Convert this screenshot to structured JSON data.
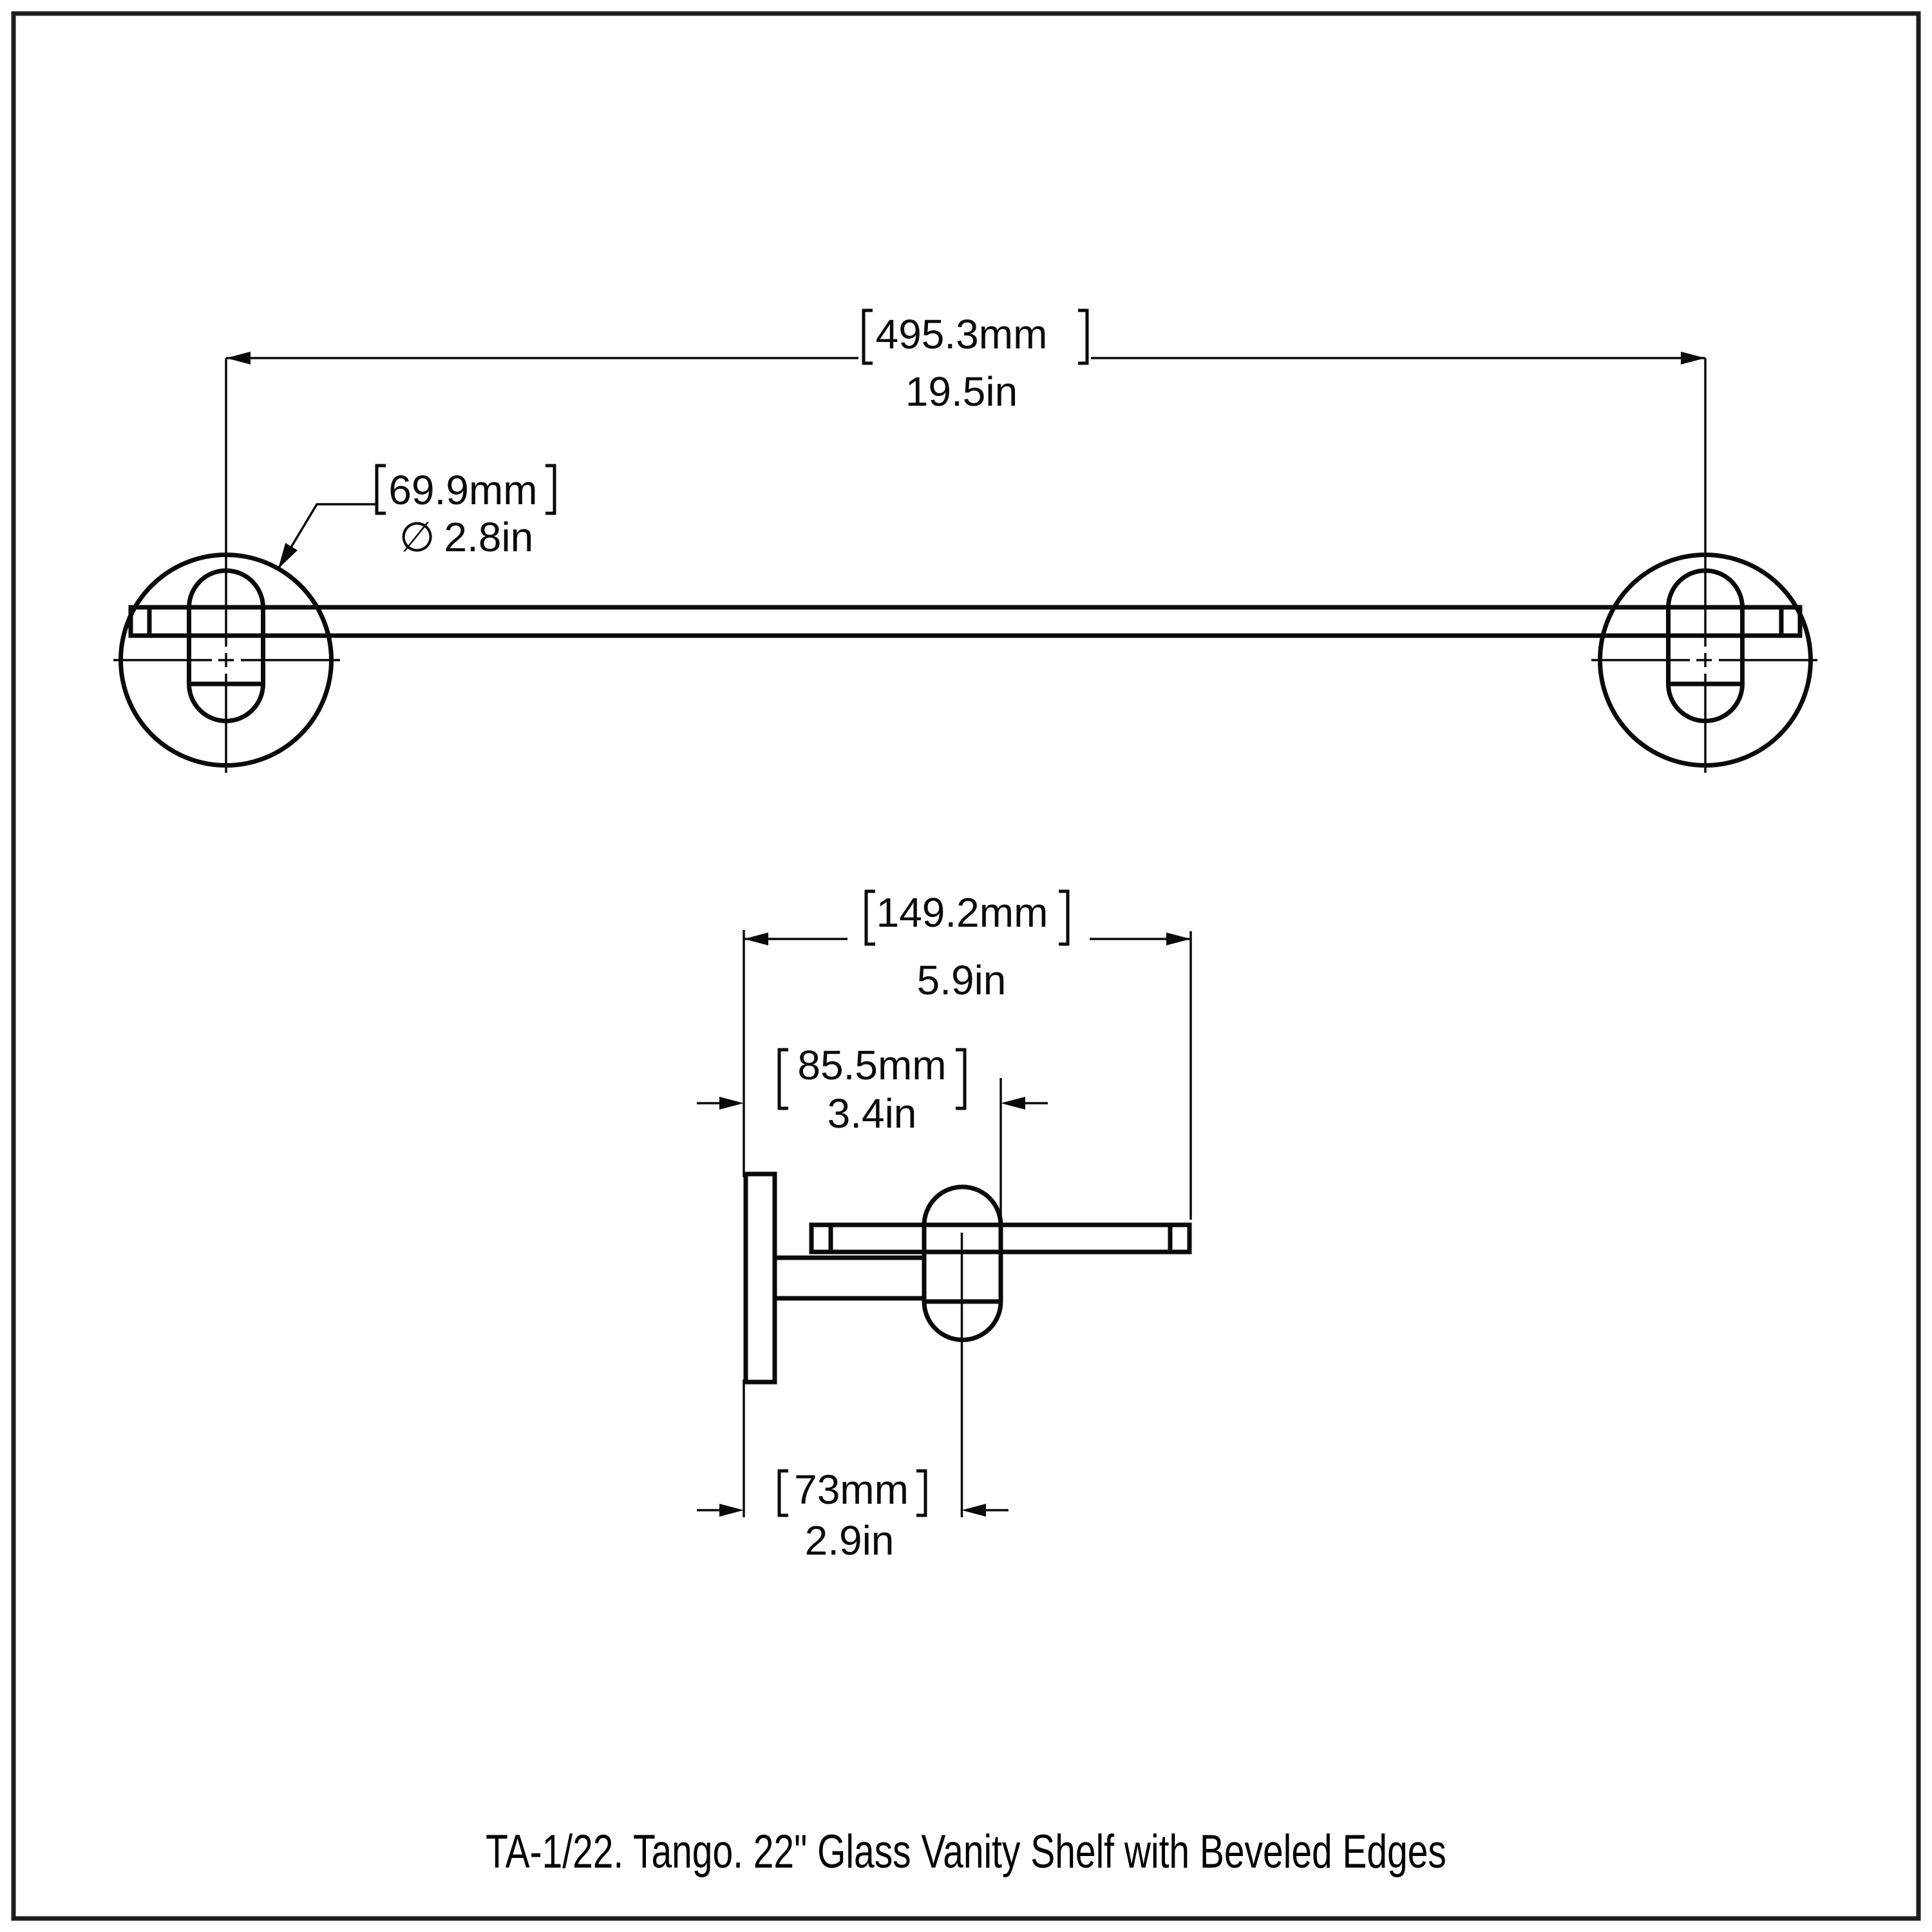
{
  "page": {
    "background": "#ffffff",
    "border_color": "#1d1d1d",
    "line_color": "#0a0a0a"
  },
  "caption": "TA-1/22. Tango. 22\" Glass Vanity Shelf with Beveled Edges",
  "front_view": {
    "width_dim": {
      "mm": "495.3mm",
      "in": "19.5in"
    },
    "flange_dim": {
      "mm": "69.9mm",
      "symbol": "∅",
      "in": "2.8in"
    }
  },
  "side_view": {
    "depth_dim": {
      "mm": "149.2mm",
      "in": "5.9in"
    },
    "shelf_depth_dim": {
      "mm": "85.5mm",
      "in": "3.4in"
    },
    "bracket_depth_dim": {
      "mm": "73mm",
      "in": "2.9in"
    }
  }
}
